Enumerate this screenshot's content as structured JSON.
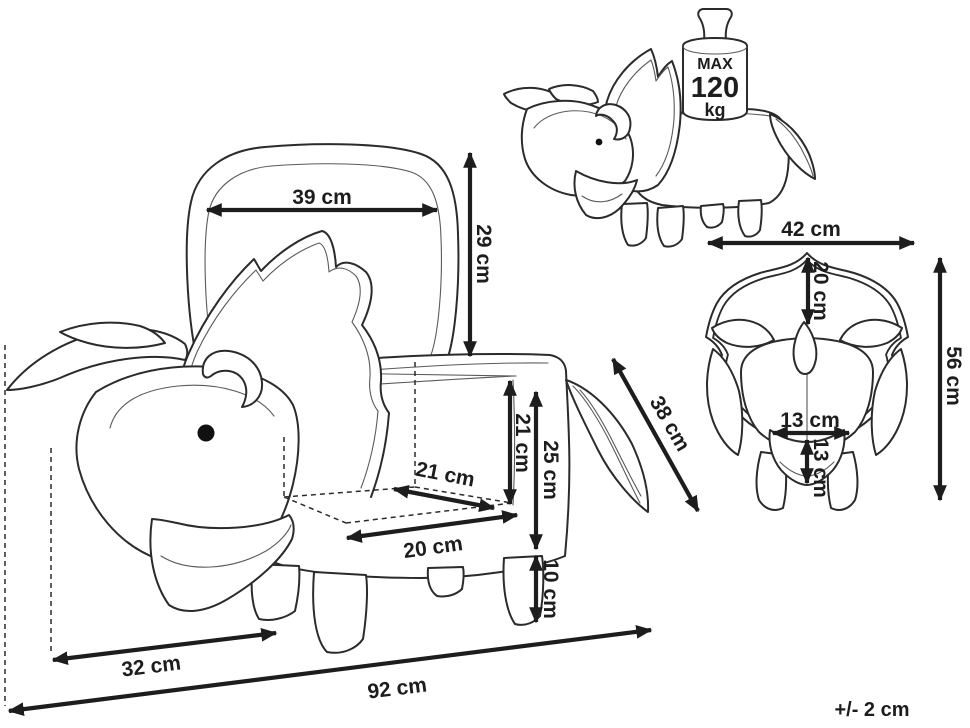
{
  "page": {
    "background": "#ffffff",
    "ink": "#222222",
    "tolerance_note": "+/- 2 cm"
  },
  "max_load_badge": {
    "line1": "MAX",
    "line2": "120",
    "line3": "kg"
  },
  "dimensions": {
    "lid_width": "39 cm",
    "lid_height": "29 cm",
    "inner_height": "21 cm",
    "seat_height": "25 cm",
    "inner_depth": "21 cm",
    "inner_width": "20 cm",
    "leg_height": "10 cm",
    "fin_length": "38 cm",
    "head_to_front_leg": "32 cm",
    "total_length": "92 cm",
    "front_width": "42 cm",
    "frill_height": "20 cm",
    "total_height": "56 cm",
    "muzzle_width": "13 cm",
    "muzzle_height": "13 cm"
  }
}
